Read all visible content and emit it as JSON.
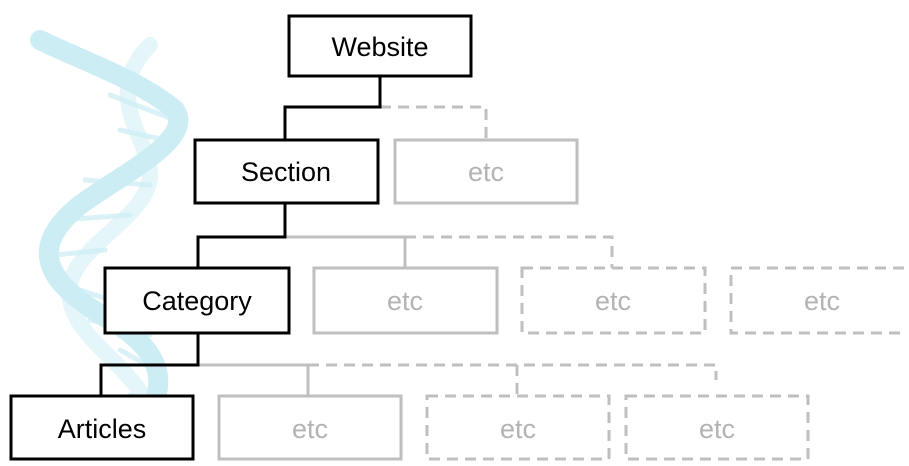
{
  "colors": {
    "primary_stroke": "#000000",
    "secondary_stroke": "#bfbfbf",
    "secondary_text": "#b3b3b3",
    "dna_color": "#c8ecf4",
    "background": "#ffffff"
  },
  "decoration": {
    "icon": "dna-helix-icon"
  },
  "nodes": {
    "website": {
      "label": "Website"
    },
    "section": {
      "label": "Section"
    },
    "category": {
      "label": "Category"
    },
    "articles": {
      "label": "Articles"
    },
    "section_etc": {
      "label": "etc"
    },
    "category_etc_1": {
      "label": "etc"
    },
    "category_etc_2": {
      "label": "etc"
    },
    "category_etc_3": {
      "label": "etc"
    },
    "articles_etc_1": {
      "label": "etc"
    },
    "articles_etc_2": {
      "label": "etc"
    },
    "articles_etc_3": {
      "label": "etc"
    }
  }
}
